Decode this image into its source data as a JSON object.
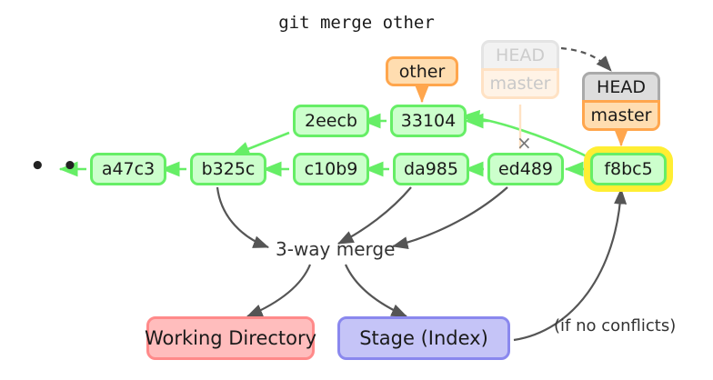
{
  "title": "git merge other",
  "ellipsis": "• • •",
  "xmark": "×",
  "commits": {
    "a47c3": "a47c3",
    "b325c": "b325c",
    "c10b9": "c10b9",
    "da985": "da985",
    "ed489": "ed489",
    "f8bc5": "f8bc5",
    "2eecb": "2eecb",
    "33104": "33104"
  },
  "refs": {
    "other": "other",
    "head_active": "HEAD",
    "master_active": "master",
    "head_ghost": "HEAD",
    "master_ghost": "master"
  },
  "labels": {
    "merge": "3-way merge",
    "conflicts": "(if no conflicts)",
    "working_directory": "Working Directory",
    "stage_index": "Stage (Index)"
  },
  "colors": {
    "commit_fill": "#ccffcc",
    "commit_border": "#66ee66",
    "branch_fill": "#ffddb0",
    "branch_border": "#ffa64d",
    "head_fill": "#dddddd",
    "head_border": "#aaaaaa",
    "highlight": "#ffee33",
    "working_fill": "#ffbdbd",
    "working_border": "#ff8a8a",
    "stage_fill": "#c5c4f7",
    "stage_border": "#8a88ee",
    "edge_gray": "#555555",
    "edge_green": "#66ee66"
  }
}
